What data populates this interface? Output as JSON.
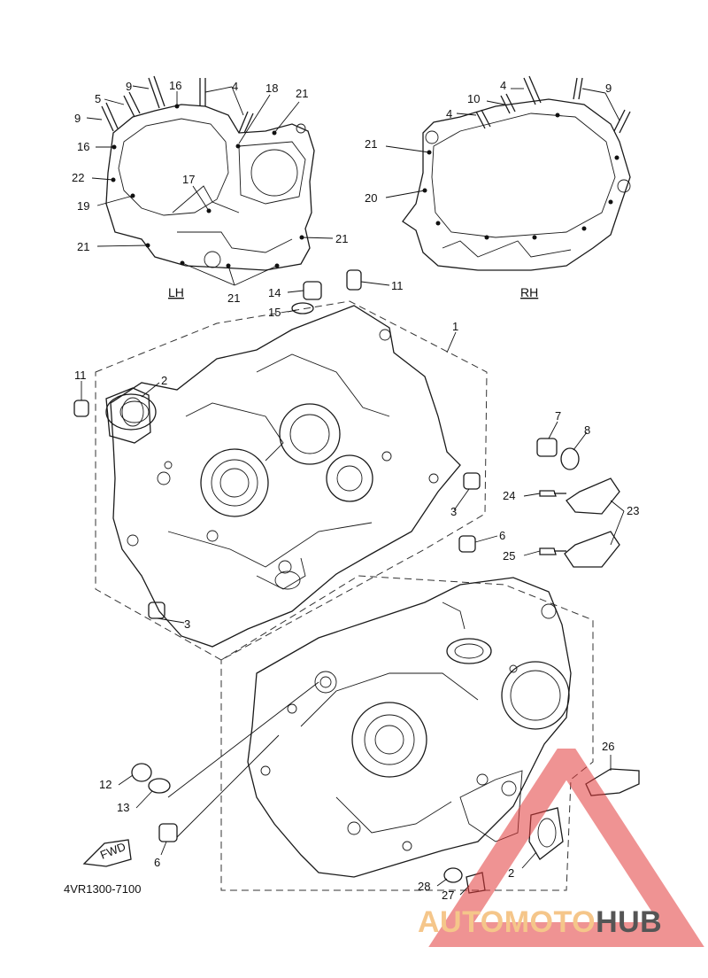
{
  "diagram": {
    "code": "4VR1300-7100",
    "side_labels": {
      "lh": "LH",
      "rh": "RH"
    },
    "fwd_label": "FWD",
    "callouts": [
      {
        "id": "c1",
        "text": "9"
      },
      {
        "id": "c2",
        "text": "16"
      },
      {
        "id": "c3",
        "text": "4"
      },
      {
        "id": "c4",
        "text": "18"
      },
      {
        "id": "c5",
        "text": "21"
      },
      {
        "id": "c6",
        "text": "5"
      },
      {
        "id": "c7",
        "text": "9"
      },
      {
        "id": "c8",
        "text": "16"
      },
      {
        "id": "c9",
        "text": "22"
      },
      {
        "id": "c10",
        "text": "17"
      },
      {
        "id": "c11",
        "text": "19"
      },
      {
        "id": "c12",
        "text": "21"
      },
      {
        "id": "c13",
        "text": "21"
      },
      {
        "id": "c14",
        "text": "21"
      },
      {
        "id": "c15",
        "text": "4"
      },
      {
        "id": "c16",
        "text": "9"
      },
      {
        "id": "c17",
        "text": "10"
      },
      {
        "id": "c18",
        "text": "4"
      },
      {
        "id": "c19",
        "text": "21"
      },
      {
        "id": "c20",
        "text": "20"
      },
      {
        "id": "c21",
        "text": "14"
      },
      {
        "id": "c22",
        "text": "11"
      },
      {
        "id": "c23",
        "text": "15"
      },
      {
        "id": "c24",
        "text": "1"
      },
      {
        "id": "c25",
        "text": "11"
      },
      {
        "id": "c26",
        "text": "2"
      },
      {
        "id": "c27",
        "text": "7"
      },
      {
        "id": "c28",
        "text": "8"
      },
      {
        "id": "c29",
        "text": "24"
      },
      {
        "id": "c30",
        "text": "23"
      },
      {
        "id": "c31",
        "text": "3"
      },
      {
        "id": "c32",
        "text": "6"
      },
      {
        "id": "c33",
        "text": "25"
      },
      {
        "id": "c34",
        "text": "3"
      },
      {
        "id": "c35",
        "text": "26"
      },
      {
        "id": "c36",
        "text": "12"
      },
      {
        "id": "c37",
        "text": "13"
      },
      {
        "id": "c38",
        "text": "6"
      },
      {
        "id": "c39",
        "text": "2"
      },
      {
        "id": "c40",
        "text": "28"
      },
      {
        "id": "c41",
        "text": "27"
      }
    ]
  },
  "watermark": {
    "part1": "AUTOMOTO",
    "part2": "HUB",
    "color_accent": "#e23b3b",
    "color_text1": "#f5c68a",
    "color_text2": "#555555"
  }
}
